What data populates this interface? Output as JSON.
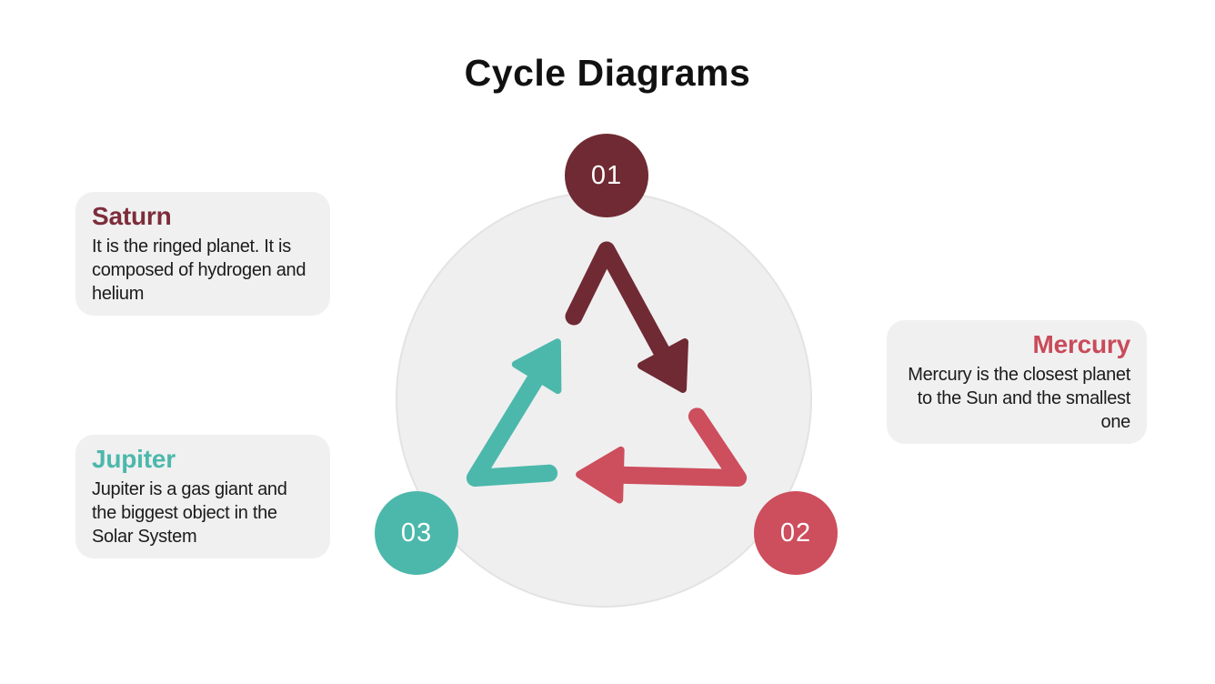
{
  "slide": {
    "title": "Cycle Diagrams"
  },
  "colors": {
    "background": "#ffffff",
    "title_text": "#111111",
    "maroon": "#702a33",
    "red": "#cd4e5c",
    "teal": "#4cb8ab",
    "saturn_heading": "#7d2d3a",
    "jupiter_heading": "#4cb8ab",
    "mercury_heading": "#c94b59",
    "card_background": "#f0f0f1",
    "cycle_circle_fill": "#efeff0",
    "cycle_circle_border": "#e3e3e4",
    "badge_text": "#ffffff"
  },
  "cycle": {
    "steps": [
      {
        "number": "01",
        "color": "#702a33"
      },
      {
        "number": "02",
        "color": "#cd4e5c"
      },
      {
        "number": "03",
        "color": "#4cb8ab"
      }
    ],
    "arrow_icons": [
      "arrow-01-to-02-icon",
      "arrow-02-to-03-icon",
      "arrow-03-to-01-icon"
    ]
  },
  "cards": [
    {
      "title": "Saturn",
      "body": "It is the ringed planet. It is composed of hydrogen and helium",
      "align": "left",
      "accent": "#7d2d3a"
    },
    {
      "title": "Jupiter",
      "body": "Jupiter is a gas giant and the biggest object in the Solar System",
      "align": "left",
      "accent": "#4cb8ab"
    },
    {
      "title": "Mercury",
      "body": "Mercury is the closest planet to the Sun and the smallest one",
      "align": "right",
      "accent": "#c94b59"
    }
  ]
}
